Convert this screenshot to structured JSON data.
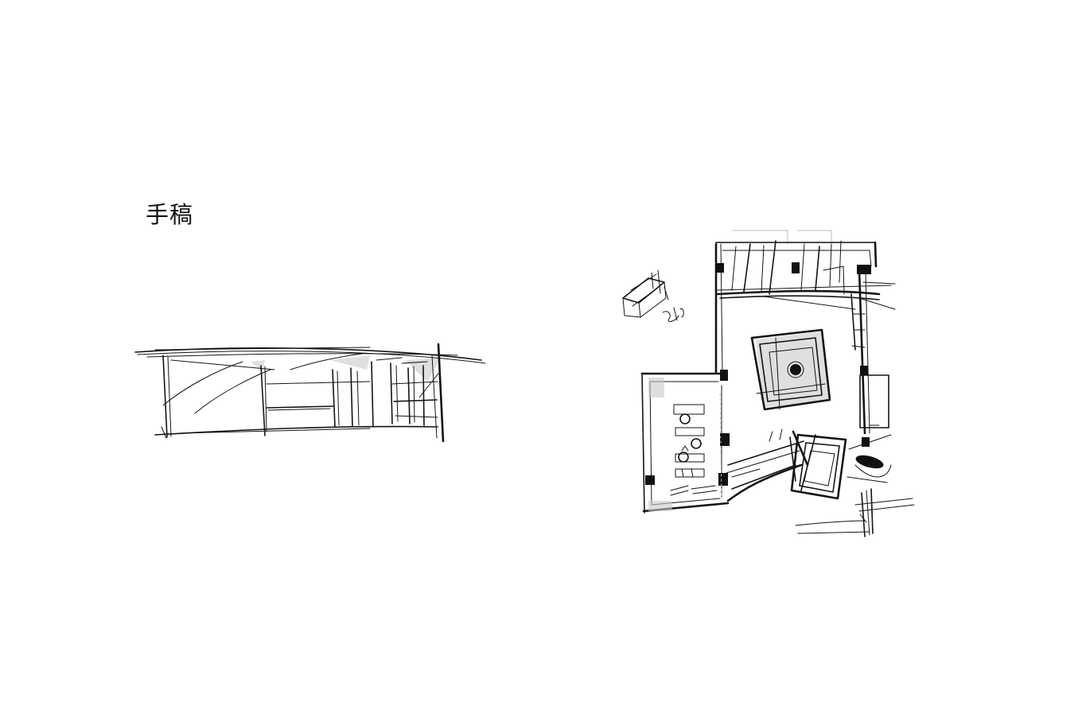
{
  "page": {
    "title": "手稿"
  },
  "sketches": [
    {
      "id": "elevation",
      "icon": "elevation-sketch-drawing"
    },
    {
      "id": "floor-plan",
      "icon": "floor-plan-sketch-drawing"
    }
  ],
  "colors": {
    "background": "#ffffff",
    "ink": "#141414"
  }
}
